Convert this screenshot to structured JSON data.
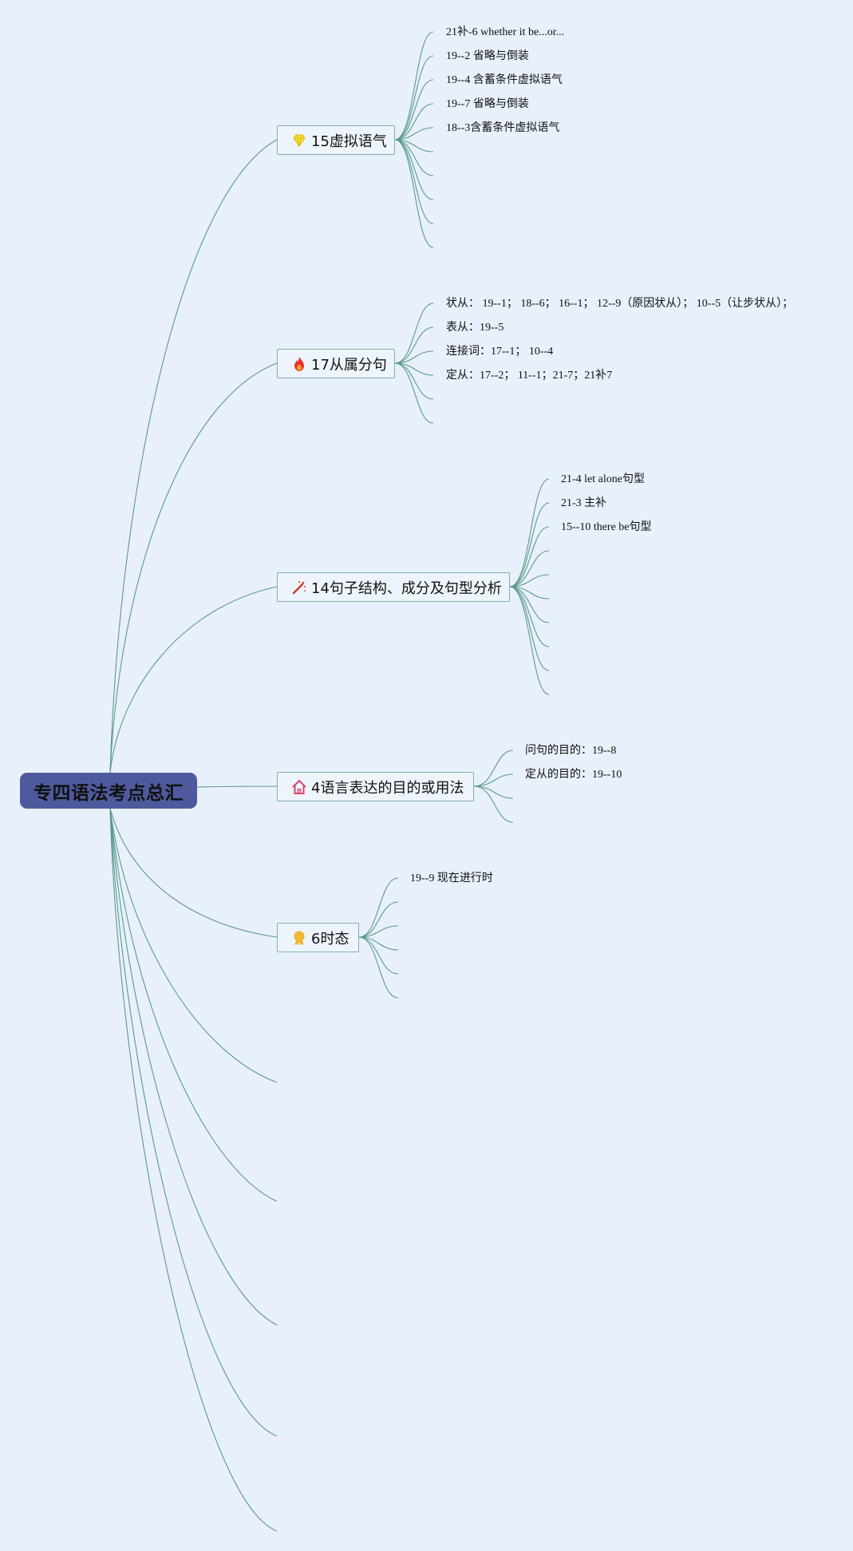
{
  "root": {
    "label": "专四语法考点总汇"
  },
  "topics": [
    {
      "label": "15虚拟语气",
      "icon": "diamond-icon",
      "children": [
        "21补-6 whether it be...or...",
        "19--2 省略与倒装",
        "19--4 含蓄条件虚拟语气",
        "19--7 省略与倒装",
        "18--3含蓄条件虚拟语气"
      ]
    },
    {
      "label": "17从属分句",
      "icon": "fire-icon",
      "children": [
        "状从： 19--1； 18--6； 16--1； 12--9（原因状从）； 10--5（让步状从）；",
        "表从：19--5",
        "连接词：17--1； 10--4",
        "定从：17--2； 11--1；21-7；21补7"
      ]
    },
    {
      "label": "14句子结构、成分及句型分析",
      "icon": "magic-wand-icon",
      "children": [
        "21-4 let alone句型",
        "21-3 主补",
        "15--10 there be句型"
      ]
    },
    {
      "label": "4语言表达的目的或用法",
      "icon": "home-icon",
      "children": [
        "问句的目的：19--8",
        "定从的目的：19--10"
      ]
    },
    {
      "label": "6时态",
      "icon": "medal-icon",
      "children": [
        "19--9 现在进行时"
      ]
    }
  ],
  "colors": {
    "background": "#e8f0fc",
    "root_fill": "#4e5a9d",
    "connector": "#5a9a8a",
    "topic_border": "#7fb3a8"
  }
}
